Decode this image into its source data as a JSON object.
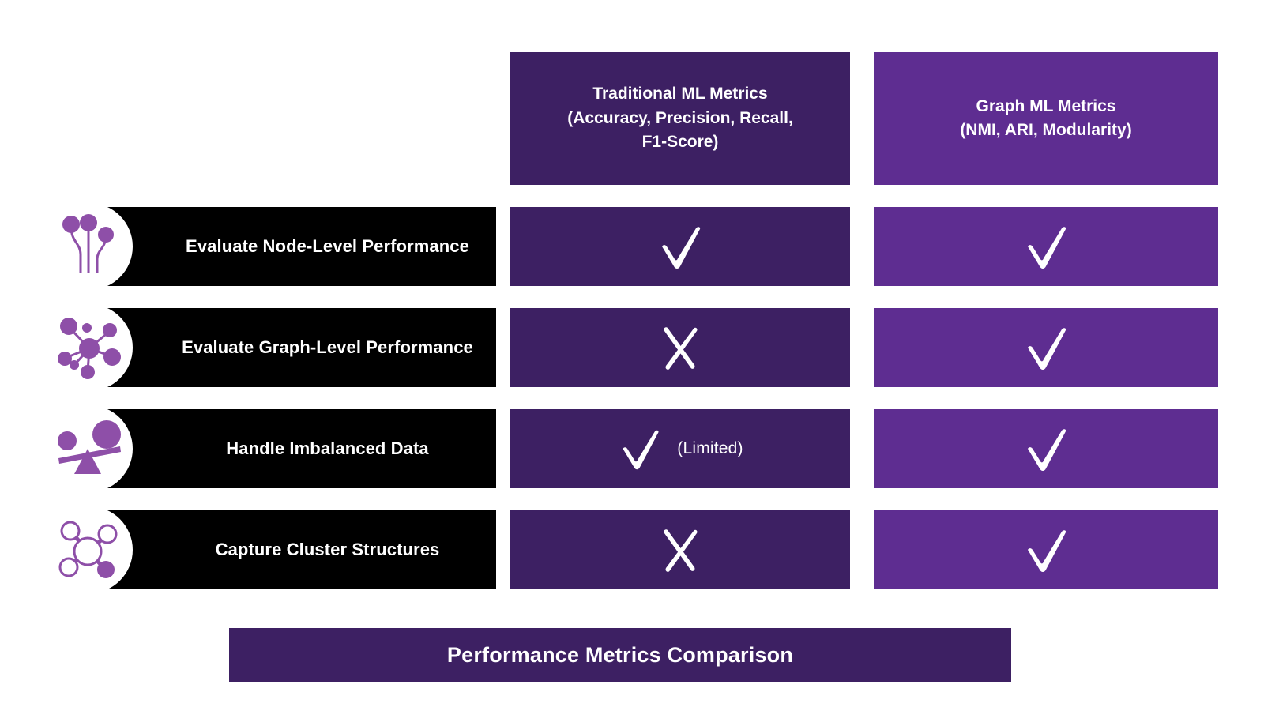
{
  "colors": {
    "traditional_column": "#3D2063",
    "graph_column": "#5E2D91",
    "label_bar": "#000000",
    "icon_accent": "#8E4FA8",
    "text_on_dark": "#FFFFFF",
    "background": "#FFFFFF"
  },
  "headers": {
    "traditional": {
      "line1": "Traditional ML Metrics",
      "line2": "(Accuracy, Precision, Recall,",
      "line3": "F1-Score)"
    },
    "graph": {
      "line1": "Graph ML Metrics",
      "line2": "(NMI, ARI, Modularity)"
    }
  },
  "rows": [
    {
      "label": "Evaluate Node-Level Performance",
      "icon": "neural-node-icon",
      "traditional": {
        "mark": "check",
        "note": ""
      },
      "graph": {
        "mark": "check",
        "note": ""
      }
    },
    {
      "label": "Evaluate Graph-Level Performance",
      "icon": "network-hub-icon",
      "traditional": {
        "mark": "cross",
        "note": ""
      },
      "graph": {
        "mark": "check",
        "note": ""
      }
    },
    {
      "label": "Handle Imbalanced Data",
      "icon": "balance-scale-icon",
      "traditional": {
        "mark": "check",
        "note": "(Limited)"
      },
      "graph": {
        "mark": "check",
        "note": ""
      }
    },
    {
      "label": "Capture Cluster Structures",
      "icon": "cluster-molecule-icon",
      "traditional": {
        "mark": "cross",
        "note": ""
      },
      "graph": {
        "mark": "check",
        "note": ""
      }
    }
  ],
  "footer": {
    "title": "Performance Metrics Comparison"
  }
}
